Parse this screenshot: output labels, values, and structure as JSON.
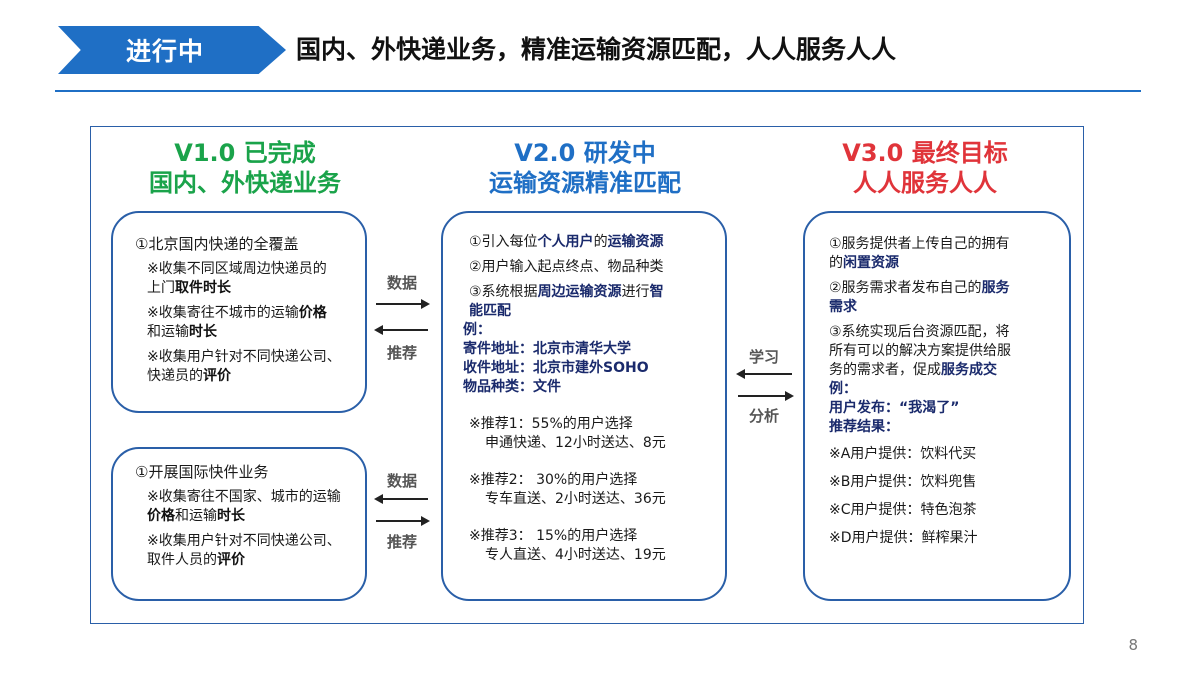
{
  "header": {
    "tag": "进行中",
    "title": "国内、外快递业务，精准运输资源匹配，人人服务人人"
  },
  "columns": {
    "v1": {
      "line1": "V1.0 已完成",
      "line2": "国内、外快递业务"
    },
    "v2": {
      "line1": "V2.0 研发中",
      "line2": "运输资源精准匹配"
    },
    "v3": {
      "line1": "V3.0 最终目标",
      "line2": "人人服务人人"
    }
  },
  "box1": {
    "title": "①北京国内快递的全覆盖",
    "s1a": "※收集不同区域周边快递员的",
    "s1b": "上门",
    "s1c": "取件时长",
    "s2a": "※收集寄往不城市的运输",
    "s2b": "价格",
    "s2c": "和运输",
    "s2d": "时长",
    "s3a": "※收集用户针对不同快递公司、",
    "s3b": "快递员的",
    "s3c": "评价"
  },
  "box2": {
    "title": "①开展国际快件业务",
    "s1a": "※收集寄往不国家、城市的运输",
    "s1b": "价格",
    "s1c": "和运输",
    "s1d": "时长",
    "s2a": "※收集用户针对不同快递公司、",
    "s2b": "取件人员的",
    "s2c": "评价"
  },
  "box3": {
    "l1a": "①引入每位",
    "l1b": "个人用户",
    "l1c": "的",
    "l1d": "运输资源",
    "l2": "②用户输入起点终点、物品种类",
    "l3a": "③系统根据",
    "l3b": "周边运输资源",
    "l3c": "进行",
    "l3d": "智",
    "l3e": "能匹配",
    "ex": "例：",
    "from": "寄件地址：北京市清华大学",
    "to": "收件地址：北京市建外SOHO",
    "kind": "物品种类：文件",
    "r1a": "※推荐1：55%的用户选择",
    "r1b": "申通快递、12小时送达、8元",
    "r2a": "※推荐2： 30%的用户选择",
    "r2b": "专车直送、2小时送达、36元",
    "r3a": "※推荐3： 15%的用户选择",
    "r3b": "专人直送、4小时送达、19元"
  },
  "box4": {
    "l1a": "①服务提供者上传自己的拥有",
    "l1b": "的",
    "l1c": "闲置资源",
    "l2a": "②服务需求者发布自己的",
    "l2b": "服务",
    "l2c": "需求",
    "l3a": "③系统实现后台资源匹配，将",
    "l3b": "所有可以的解决方案提供给服",
    "l3c": "务的需求者，促成",
    "l3d": "服务成交",
    "ex": "例：",
    "pub": "用户发布：“我渴了”",
    "res": "推荐结果：",
    "a": "※A用户提供：饮料代买",
    "b": "※B用户提供：饮料兜售",
    "c": "※C用户提供：特色泡茶",
    "d": "※D用户提供：鲜榨果汁"
  },
  "arrows": {
    "data": "数据",
    "recommend": "推荐",
    "learn": "学习",
    "analyze": "分析"
  },
  "page_number": "8",
  "colors": {
    "accent": "#1f6fc5",
    "green": "#1aa34a",
    "red": "#e0343a",
    "frame": "#2a5fa8"
  }
}
